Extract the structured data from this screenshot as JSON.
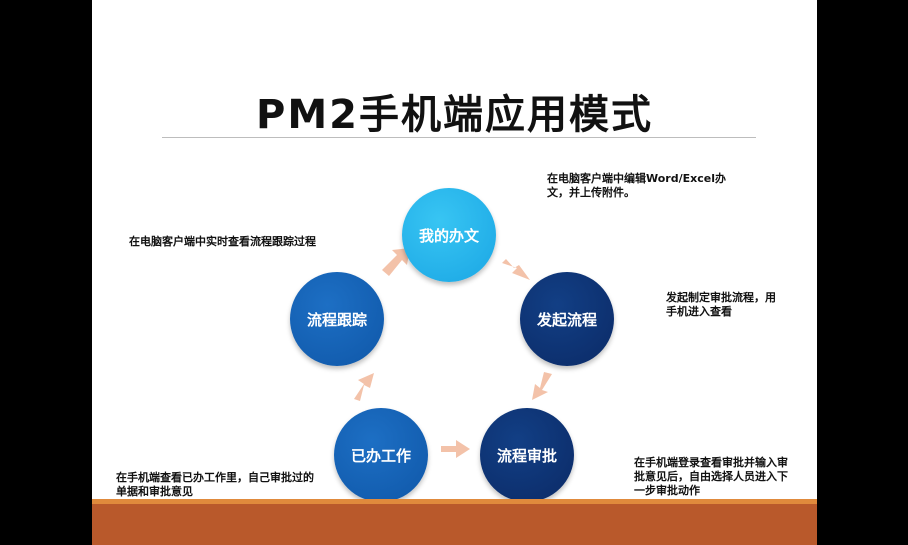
{
  "slide": {
    "title": "PM2手机端应用模式",
    "nodes": {
      "my_work": "我的办文",
      "launch_flow": "发起流程",
      "approve_flow": "流程审批",
      "done_work": "已办工作",
      "track_flow": "流程跟踪"
    },
    "notes": {
      "my_work": "在电脑客户端中编辑Word/Excel办文，并上传附件。",
      "track_flow": "在电脑客户端中实时查看流程跟踪过程",
      "launch_flow": "发起制定审批流程，用手机进入查看",
      "approve_flow": "在手机端登录查看审批并输入审批意见后，自由选择人员进入下一步审批动作",
      "done_work": "在手机端查看已办工作里，自己审批过的单据和审批意见"
    },
    "colors": {
      "light_blue": "#1aa6e4",
      "dark_navy": "#0b2a66",
      "medium_blue": "#0f57a8",
      "arrow_peach": "#f3c2a9",
      "footer_orange": "#b9592b"
    }
  }
}
